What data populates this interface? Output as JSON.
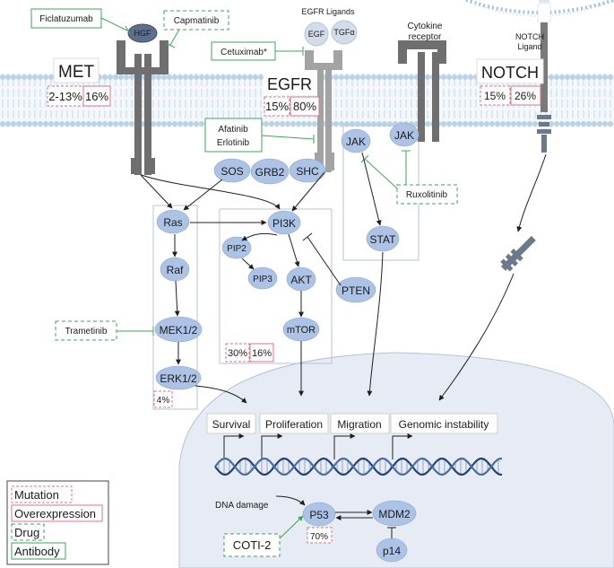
{
  "receptors": {
    "met": "MET",
    "egfr": "EGFR",
    "notch": "NOTCH",
    "egfr_ligands": "EGFR Ligands",
    "cytokine_receptor": [
      "Cytokine",
      "receptor"
    ],
    "notch_ligand": [
      "NOTCH",
      "Ligand"
    ]
  },
  "ligands": {
    "hgf": "HGF",
    "egf": "EGF",
    "tgfa": "TGFα"
  },
  "drugs": {
    "ficlatuzumab": "Ficlatuzumab",
    "capmatinib": "Capmatinib",
    "cetuximab": "Cetuximab*",
    "afatinib_erlotinib": [
      "Afatinib",
      "Erlotinib"
    ],
    "ruxolitinib": "Ruxolitinib",
    "trametinib": "Trametinib",
    "coti2": "COTI-2"
  },
  "alteration_values": {
    "met_mutation": "2-13%",
    "met_overexpression": "16%",
    "egfr_mutation": "15%",
    "egfr_overexpression": "80%",
    "notch_mutation": "15%",
    "notch_overexpression": "26%",
    "pi3k_mutation": "30%",
    "pi3k_overexpression": "16%",
    "erk_mutation": "4%",
    "p53_mutation": "70%"
  },
  "nodes": {
    "sos": "SOS",
    "grb2": "GRB2",
    "shc": "SHC",
    "jak1": "JAK",
    "jak2": "JAK",
    "ras": "Ras",
    "raf": "Raf",
    "mek": "MEK1/2",
    "erk": "ERK1/2",
    "pi3k": "PI3K",
    "pip2": "PIP2",
    "pip3": "PIP3",
    "akt": "AKT",
    "mtor": "mTOR",
    "pten": "PTEN",
    "stat": "STAT",
    "p53": "P53",
    "mdm2": "MDM2",
    "p14": "p14"
  },
  "outcomes": [
    "Survival",
    "Proliferation",
    "Migration",
    "Genomic instability"
  ],
  "dna_damage": "DNA damage",
  "legend": [
    "Mutation",
    "Overexpression",
    "Drug",
    "Antibody"
  ],
  "colors": {
    "mutation": "#d9738d",
    "drug": "#3fa65a",
    "node": "#adc3e6",
    "receptor": "#6f6f6f",
    "nucleus": "#e7ebf3"
  }
}
